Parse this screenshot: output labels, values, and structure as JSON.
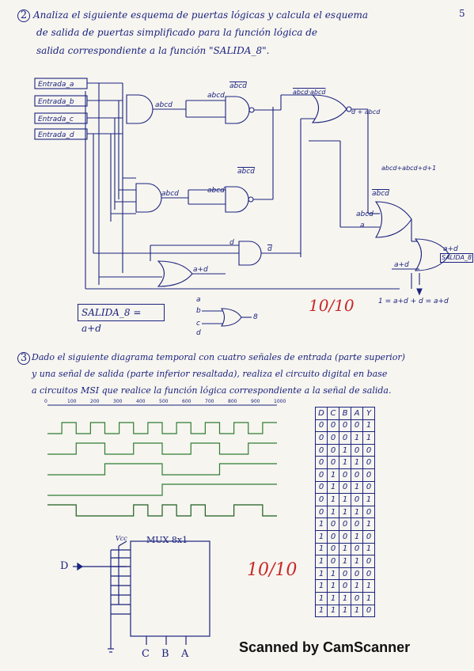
{
  "exercise2": {
    "number": "2",
    "lines": [
      "Analiza el siguiente esquema de puertas lógicas y calcula el esquema",
      "de salida de puertas simplificado para la función lógica de",
      "salida correspondiente a la función \"SALIDA_8\"."
    ],
    "inputs": [
      "Entrada_a",
      "Entrada_b",
      "Entrada_c",
      "Entrada_d"
    ],
    "gate_labels": {
      "and1": "abcd",
      "nand1_in": "abcd",
      "nand1_out": "abcd",
      "and2": "abcd",
      "nand2_in": "abcd",
      "nand2_out": "abcd",
      "nor_top": "abcd·abcd",
      "nor_out": "d + abcd",
      "or_mid_a": "abcd",
      "or_mid_b": "abcd",
      "or_mid_c": "a",
      "and3_in": "d",
      "and3_out": "d",
      "or_low": "a+d",
      "final_in": "a+d",
      "final_out": "a+d",
      "final_name": "SALIDA_8",
      "top_right": "abcd+abcd+d+1",
      "right_note": "1 = a+d + d = a+d"
    },
    "result": "SALIDA_8 = a+d",
    "simplified_inputs": [
      "a",
      "b",
      "c",
      "d"
    ],
    "simplified_output": "8",
    "grade": "10/10"
  },
  "exercise3": {
    "number": "3",
    "lines": [
      "Dado el siguiente diagrama temporal con cuatro señales de entrada (parte superior)",
      "y una señal de salida (parte inferior resaltada), realiza el circuito digital en base",
      "a circuitos MSI que realice la función lógica correspondiente a la señal de salida."
    ],
    "timeline_ticks": [
      "0",
      "100",
      "200",
      "300",
      "400",
      "500",
      "600",
      "700",
      "800",
      "900",
      "1000"
    ],
    "truth_table": {
      "headers": [
        "D",
        "C",
        "B",
        "A",
        "Y"
      ],
      "rows": [
        [
          "0",
          "0",
          "0",
          "0",
          "1"
        ],
        [
          "0",
          "0",
          "0",
          "1",
          "1"
        ],
        [
          "0",
          "0",
          "1",
          "0",
          "0"
        ],
        [
          "0",
          "0",
          "1",
          "1",
          "0"
        ],
        [
          "0",
          "1",
          "0",
          "0",
          "0"
        ],
        [
          "0",
          "1",
          "0",
          "1",
          "0"
        ],
        [
          "0",
          "1",
          "1",
          "0",
          "1"
        ],
        [
          "0",
          "1",
          "1",
          "1",
          "0"
        ],
        [
          "1",
          "0",
          "0",
          "0",
          "1"
        ],
        [
          "1",
          "0",
          "0",
          "1",
          "0"
        ],
        [
          "1",
          "0",
          "1",
          "0",
          "1"
        ],
        [
          "1",
          "0",
          "1",
          "1",
          "0"
        ],
        [
          "1",
          "1",
          "0",
          "0",
          "0"
        ],
        [
          "1",
          "1",
          "0",
          "1",
          "1"
        ],
        [
          "1",
          "1",
          "1",
          "0",
          "1"
        ],
        [
          "1",
          "1",
          "1",
          "1",
          "0"
        ]
      ]
    },
    "mux": {
      "title": "MUX 8x1",
      "vcc": "Vcc",
      "input": "D",
      "selects": [
        "C",
        "B",
        "A"
      ]
    },
    "grade": "10/10"
  },
  "watermark": "Scanned by CamScanner",
  "corner_mark": "5"
}
